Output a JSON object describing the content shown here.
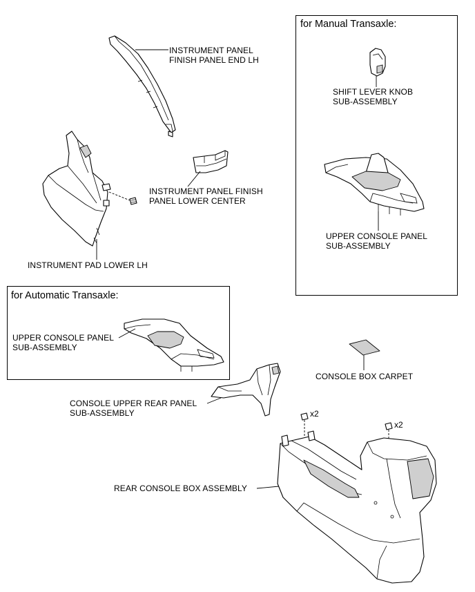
{
  "boxes": {
    "manual": {
      "title": "for Manual Transaxle:"
    },
    "automatic": {
      "title": "for Automatic Transaxle:"
    }
  },
  "labels": {
    "panel_end_lh": [
      "INSTRUMENT PANEL",
      "FINISH PANEL END LH"
    ],
    "panel_lower_center": [
      "INSTRUMENT PANEL FINISH",
      "PANEL LOWER CENTER"
    ],
    "pad_lower_lh": [
      "INSTRUMENT PAD LOWER LH"
    ],
    "shift_knob": [
      "SHIFT LEVER KNOB",
      "SUB-ASSEMBLY"
    ],
    "upper_console_mt": [
      "UPPER CONSOLE PANEL",
      "SUB-ASSEMBLY"
    ],
    "upper_console_at": [
      "UPPER CONSOLE PANEL",
      "SUB-ASSEMBLY"
    ],
    "console_carpet": [
      "CONSOLE BOX CARPET"
    ],
    "upper_rear_panel": [
      "CONSOLE UPPER REAR PANEL",
      "SUB-ASSEMBLY"
    ],
    "rear_console_box": [
      "REAR CONSOLE BOX ASSEMBLY"
    ]
  },
  "quantities": {
    "left_bolts": "x2",
    "right_bolts": "x2"
  },
  "icons": [
    "screw-icon",
    "bolt-icon"
  ]
}
